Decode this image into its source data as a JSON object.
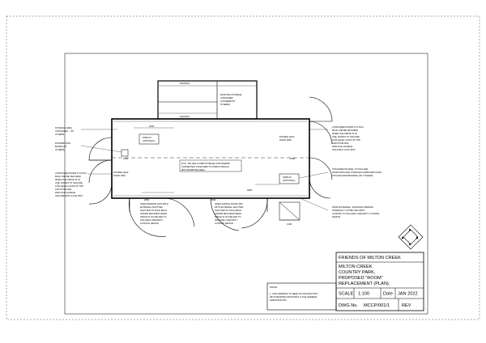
{
  "title_block": {
    "org": "FRIENDS OF MILTON CREEK",
    "title_lines": [
      "MILTON CREEK",
      "COUNTRY PARK.",
      "PROPOSED \"ROOM\"",
      "REPLACEMENT (PLAN)."
    ],
    "scale_label": "SCALE",
    "scale_value": "1:100",
    "date_label": "Date",
    "date_value": "JAN 2022",
    "dwg_label": "DWG No.",
    "dwg_value": "MCCP/001/1",
    "rev_label": "REV"
  },
  "notes_box": {
    "heading": "NOTES",
    "text_lines": [
      "1. THIS DRAWING TO READ IN CONJUNCTION",
      "WITH DRAWING MCCP/001/1 & THE GENERAL",
      "SPECIFICATION."
    ]
  },
  "north_arrow": {
    "letters": [
      "A",
      "B",
      "C",
      "D"
    ]
  },
  "plan": {
    "top_box_label_1": "RACKING",
    "top_box_label_2": "RACKING",
    "storage_note": [
      "EXISTING STORAGE",
      "CONTAINER",
      "(COVERED BY",
      "OTHERS)"
    ],
    "dims": {
      "d1": "1200",
      "d2": "1800",
      "d3": "2600",
      "d4": "1200",
      "d5": "2600",
      "d6": "1200",
      "d7": "1100"
    },
    "fitting_1": [
      "DISPLAY",
      "(OPTIONAL)"
    ],
    "fitting_2": [
      "DISPLAY",
      "(OPTIONAL)"
    ],
    "center_note": [
      "E No. 40ft HIGH CUBE STORAGE CONTAINERS",
      "CONNECTED TOGETHER TO FORM A SINGLE",
      "MULTIPURPOSE AREA."
    ],
    "left_notes": {
      "a": [
        "STORAGE AREA",
        "CONTAINER — BY",
        "OTHERS."
      ],
      "b": [
        "DISTRIBUTION",
        "BOARD (BY",
        "OTHERS)"
      ],
      "c": [
        "CONTAINER DOORS TO FOLD",
        "BACK AND BE SECURED",
        "WHEN THE SPACE IS IN",
        "USE. DOORS TO INCLUDE",
        "LOW LEVEL LOCKS AT TOP",
        "& BOTTOM AND",
        "PADLOCK/ HANDLE.",
        "INCLUDE WITH LOCK BOX."
      ],
      "d": [
        "DOUBLE LEAF",
        "DOOR 1800."
      ]
    },
    "right_notes": {
      "a": [
        "CONTAINER DOORS TO FOLD",
        "BACK AND BE SECURED",
        "WHEN THE SPACE IS IN",
        "USE. DOORS TO INCLUDE",
        "LOW LEVEL LOCKS AT TOP",
        "& BOTTOM AND",
        "PADLOCK/ HANDLE.",
        "INCLUDE A LOCK BOX."
      ],
      "b": [
        "DOUBLE LEAF",
        "DOOR 1800."
      ],
      "c": [
        "KITCHENETTE AREA, TO INCLUDE",
        "WORKTOPS AND STORAGE CUPBOARDS WITH",
        "KITCHEN SINK/DRAINER. (BY OTHERS)."
      ],
      "d": [
        "DOOR EXTERNAL, SUPPLIED OPENING",
        "INTERNALLY FITTED SECURITY",
        "LOCKING TO INCLUDE A SECURITY LOCKING",
        "DEVICE."
      ]
    },
    "bottom_notes": {
      "a": [
        "OPEN WINDOW UNIT WITH",
        "EXTERNAL SHUTTER.",
        "SHUTTER TO FOLD BACK",
        "AND BE SECURED WHEN",
        "SPACE IS IN USE AND TO",
        "INCLUDE A SECURITY",
        "LOCKING DEVICE."
      ],
      "b": [
        "OPEN SLIDING DOOR UNIT",
        "WITH EXTERNAL SHUTTER.",
        "SHUTTER TO FOLD BACK",
        "AND BE SECURED WHEN",
        "SPACE IS IN USE AND TO",
        "INCLUDE A SECURITY",
        "LOCKING DEVICE."
      ]
    }
  }
}
